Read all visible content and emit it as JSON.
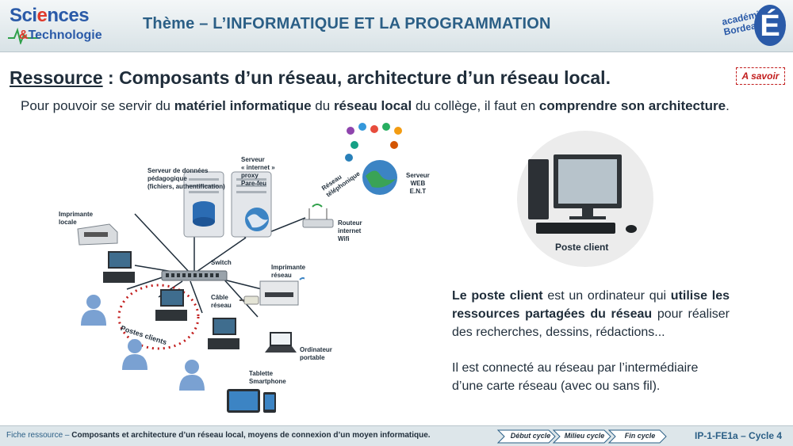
{
  "header": {
    "logo_left": {
      "line1_a": "Sci",
      "line1_b": "e",
      "line1_c": "nces",
      "amp": "&",
      "line2": "Technologie"
    },
    "title": "Thème – L’INFORMATIQUE ET LA PROGRAMMATION",
    "logo_right": {
      "line1": "académie",
      "line2": "Bordeaux",
      "mark": "É"
    }
  },
  "resource": {
    "label": "Ressource",
    "title": " : Composants d’un réseau, architecture d’un réseau local.",
    "badge": "A savoir"
  },
  "intro": {
    "p1": "Pour pouvoir se servir du ",
    "b1": "matériel informatique",
    "p2": " du ",
    "b2": "réseau local",
    "p3": " du collège, il faut en ",
    "b3": "comprendre son architecture",
    "p4": "."
  },
  "diagram": {
    "server_data": [
      "Serveur de données",
      "pédagogique",
      "(fichiers, authentification)"
    ],
    "server_internet": [
      "Serveur",
      "« internet »",
      "proxy",
      "Pare-feu"
    ],
    "reseau_tel": [
      "Réseau",
      "téléphonique"
    ],
    "server_web": [
      "Serveur",
      "WEB",
      "E.N.T"
    ],
    "routeur": [
      "Routeur",
      "internet",
      "Wifi"
    ],
    "imprimante_locale": [
      "Imprimante",
      "locale"
    ],
    "switch": "Switch",
    "imprimante_reseau": [
      "Imprimante",
      "réseau"
    ],
    "cable_reseau": [
      "Câble",
      "réseau"
    ],
    "postes_clients": "Postes clients",
    "ordinateur_portable": [
      "Ordinateur",
      "portable"
    ],
    "tablette": [
      "Tablette",
      "Smartphone"
    ]
  },
  "poste_client": {
    "label": "Poste client"
  },
  "paragraphs": {
    "p1": {
      "b1": "Le poste client",
      "t1": " est un ordinateur qui ",
      "b2": "utilise les ressources partagées du réseau",
      "t2": " pour réaliser des recherches, dessins, rédactions..."
    },
    "p2": "Il est connecté au réseau par l’intermédiaire d’une carte réseau (avec ou sans fil)."
  },
  "footer": {
    "prefix": "Fiche ressource – ",
    "text": "Composants et architecture d’un réseau local, moyens de connexion d’un moyen informatique.",
    "btn_debut": "Début cycle",
    "btn_milieu": "Milieu cycle",
    "btn_fin": "Fin cycle",
    "code": "IP-1-FE1a – Cycle 4"
  },
  "colors": {
    "header_title": "#2b5f86",
    "accent_red": "#c21d1d",
    "text": "#1f2d3a"
  }
}
